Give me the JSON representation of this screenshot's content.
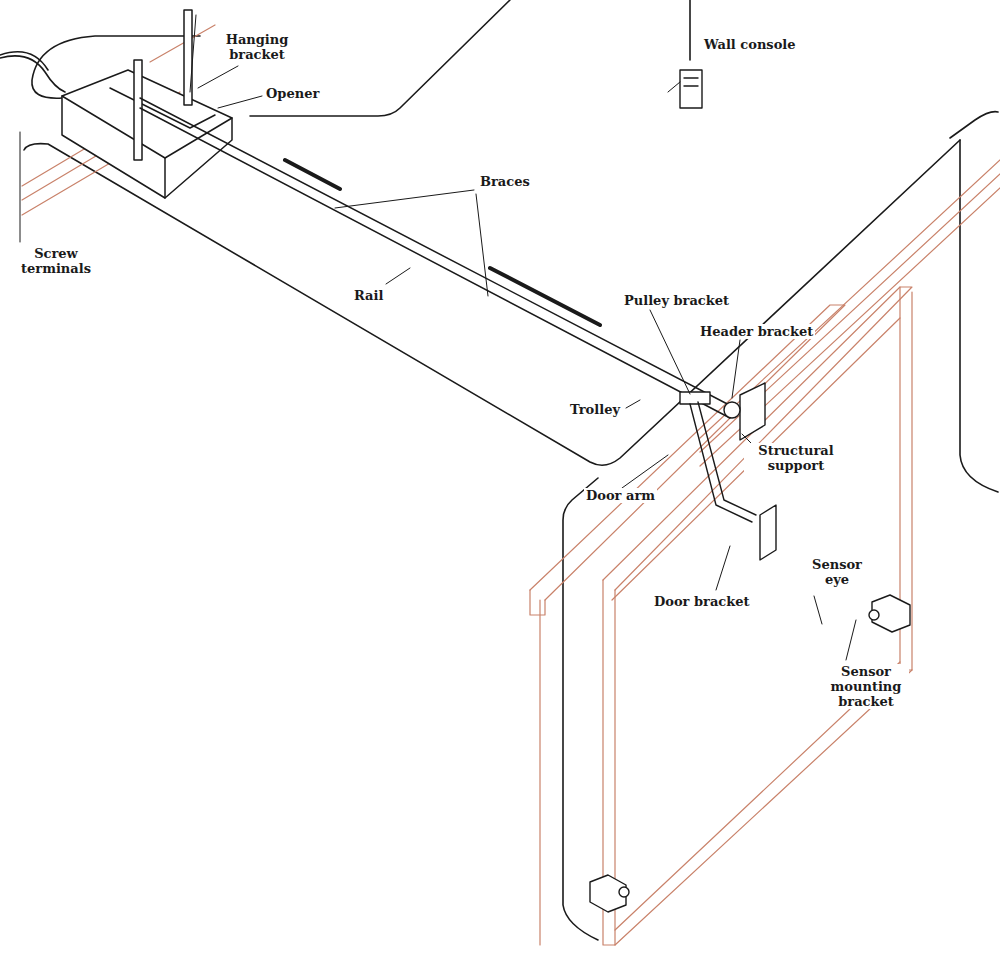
{
  "diagram": {
    "labels": [
      "Hanging bracket",
      "Opener",
      "Wall console",
      "Braces",
      "Screw terminals",
      "Rail",
      "Pulley bracket",
      "Header bracket",
      "Trolley",
      "Structural support",
      "Door arm",
      "Door bracket",
      "Sensor eye",
      "Sensor mounting bracket"
    ]
  }
}
